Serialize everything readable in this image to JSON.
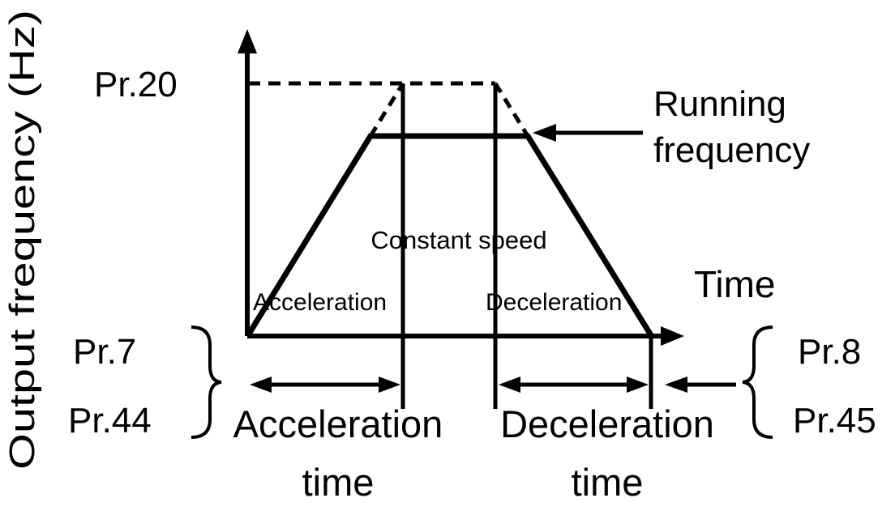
{
  "diagram": {
    "title_hidden": "",
    "y_axis_label": "Output frequency (Hz)",
    "pr20_label": "Pr.20",
    "running_frequency": {
      "line1": "Running",
      "line2": "frequency"
    },
    "constant_speed_label": "Constant speed",
    "acceleration_label": "Acceleration",
    "deceleration_label": "Deceleration",
    "time_label": "Time",
    "left_params": {
      "line1": "Pr.7",
      "line2": "Pr.44"
    },
    "right_params": {
      "line1": "Pr.8",
      "line2": "Pr.45"
    },
    "acceleration_time": {
      "line1": "Acceleration",
      "line2": "time"
    },
    "deceleration_time": {
      "line1": "Deceleration",
      "line2": "time"
    },
    "colors": {
      "line": "#000000",
      "background": "#ffffff"
    }
  }
}
